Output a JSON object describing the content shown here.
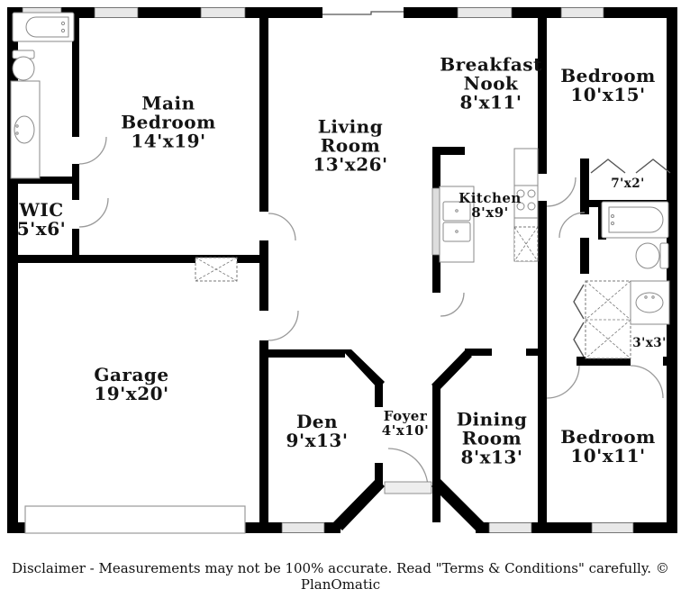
{
  "palette": {
    "wall_color": "#000000",
    "background": "#ffffff",
    "window_fill": "#e8e8e8",
    "fixture_stroke": "#8a8a8a"
  },
  "rooms": {
    "main_bedroom": {
      "lines": [
        "Main",
        "Bedroom",
        "14'x19'"
      ]
    },
    "wic": {
      "lines": [
        "WIC",
        "5'x6'"
      ]
    },
    "living_room": {
      "lines": [
        "Living",
        "Room",
        "13'x26'"
      ]
    },
    "breakfast_nook": {
      "lines": [
        "Breakfast",
        "Nook",
        "8'x11'"
      ]
    },
    "bedroom_upper": {
      "lines": [
        "Bedroom",
        "10'x15'"
      ]
    },
    "kitchen": {
      "lines": [
        "Kitchen",
        "8'x9'"
      ]
    },
    "closet_7x2": {
      "lines": [
        "7'x2'"
      ]
    },
    "garage": {
      "lines": [
        "Garage",
        "19'x20'"
      ]
    },
    "den": {
      "lines": [
        "Den",
        "9'x13'"
      ]
    },
    "foyer": {
      "lines": [
        "Foyer",
        "4'x10'"
      ]
    },
    "dining_room": {
      "lines": [
        "Dining",
        "Room",
        "8'x13'"
      ]
    },
    "bedroom_lower": {
      "lines": [
        "Bedroom",
        "10'x11'"
      ]
    },
    "shower_3x3": {
      "lines": [
        "3'x3'"
      ]
    }
  },
  "footer": {
    "disclaimer": "Disclaimer - Measurements may not be 100% accurate. Read \"Terms & Conditions\" carefully. © PlanOmatic"
  }
}
